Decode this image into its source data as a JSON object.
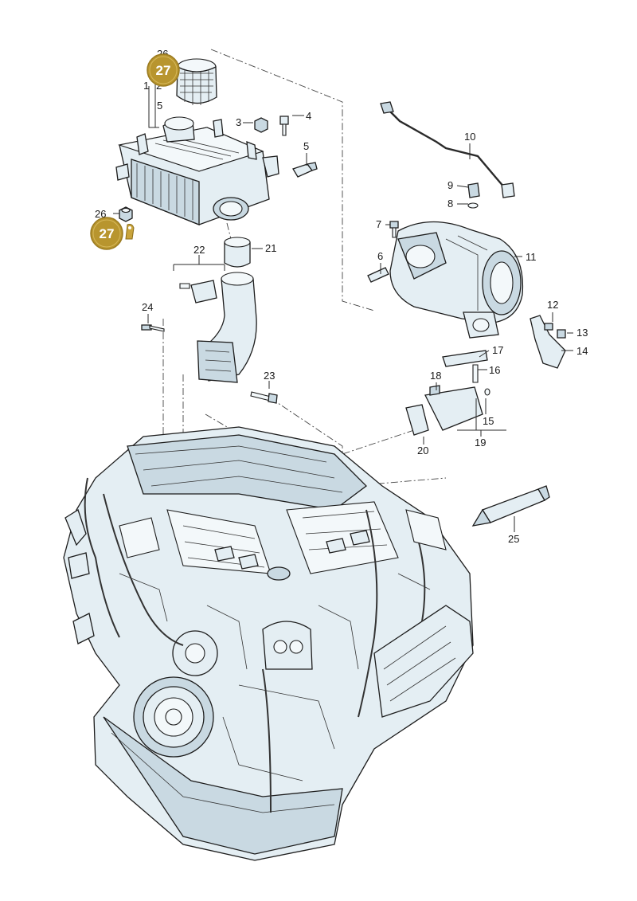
{
  "diagram": {
    "callouts": [
      {
        "id": "c1",
        "text": "1"
      },
      {
        "id": "c2",
        "text": "2"
      },
      {
        "id": "c3",
        "text": "3"
      },
      {
        "id": "c4",
        "text": "4"
      },
      {
        "id": "c5a",
        "text": "5"
      },
      {
        "id": "c5b",
        "text": "5"
      },
      {
        "id": "c6",
        "text": "6"
      },
      {
        "id": "c7",
        "text": "7"
      },
      {
        "id": "c8",
        "text": "8"
      },
      {
        "id": "c9",
        "text": "9"
      },
      {
        "id": "c10",
        "text": "10"
      },
      {
        "id": "c11",
        "text": "11"
      },
      {
        "id": "c12",
        "text": "12"
      },
      {
        "id": "c13",
        "text": "13"
      },
      {
        "id": "c14",
        "text": "14"
      },
      {
        "id": "c15",
        "text": "15"
      },
      {
        "id": "c16",
        "text": "16"
      },
      {
        "id": "c17",
        "text": "17"
      },
      {
        "id": "c18",
        "text": "18"
      },
      {
        "id": "c19",
        "text": "19"
      },
      {
        "id": "c20",
        "text": "20"
      },
      {
        "id": "c21",
        "text": "21"
      },
      {
        "id": "c22",
        "text": "22"
      },
      {
        "id": "c23",
        "text": "23"
      },
      {
        "id": "c24",
        "text": "24"
      },
      {
        "id": "c25",
        "text": "25"
      },
      {
        "id": "c26a",
        "text": "26"
      },
      {
        "id": "c26b",
        "text": "26"
      }
    ],
    "badges": [
      {
        "id": "b1",
        "text": "27"
      },
      {
        "id": "b2",
        "text": "27"
      }
    ],
    "colors": {
      "badge": "#b8952e",
      "badge_ring": "#9a7a1f",
      "part_fill": "#e4eef3",
      "line": "#1c1c1c"
    }
  }
}
